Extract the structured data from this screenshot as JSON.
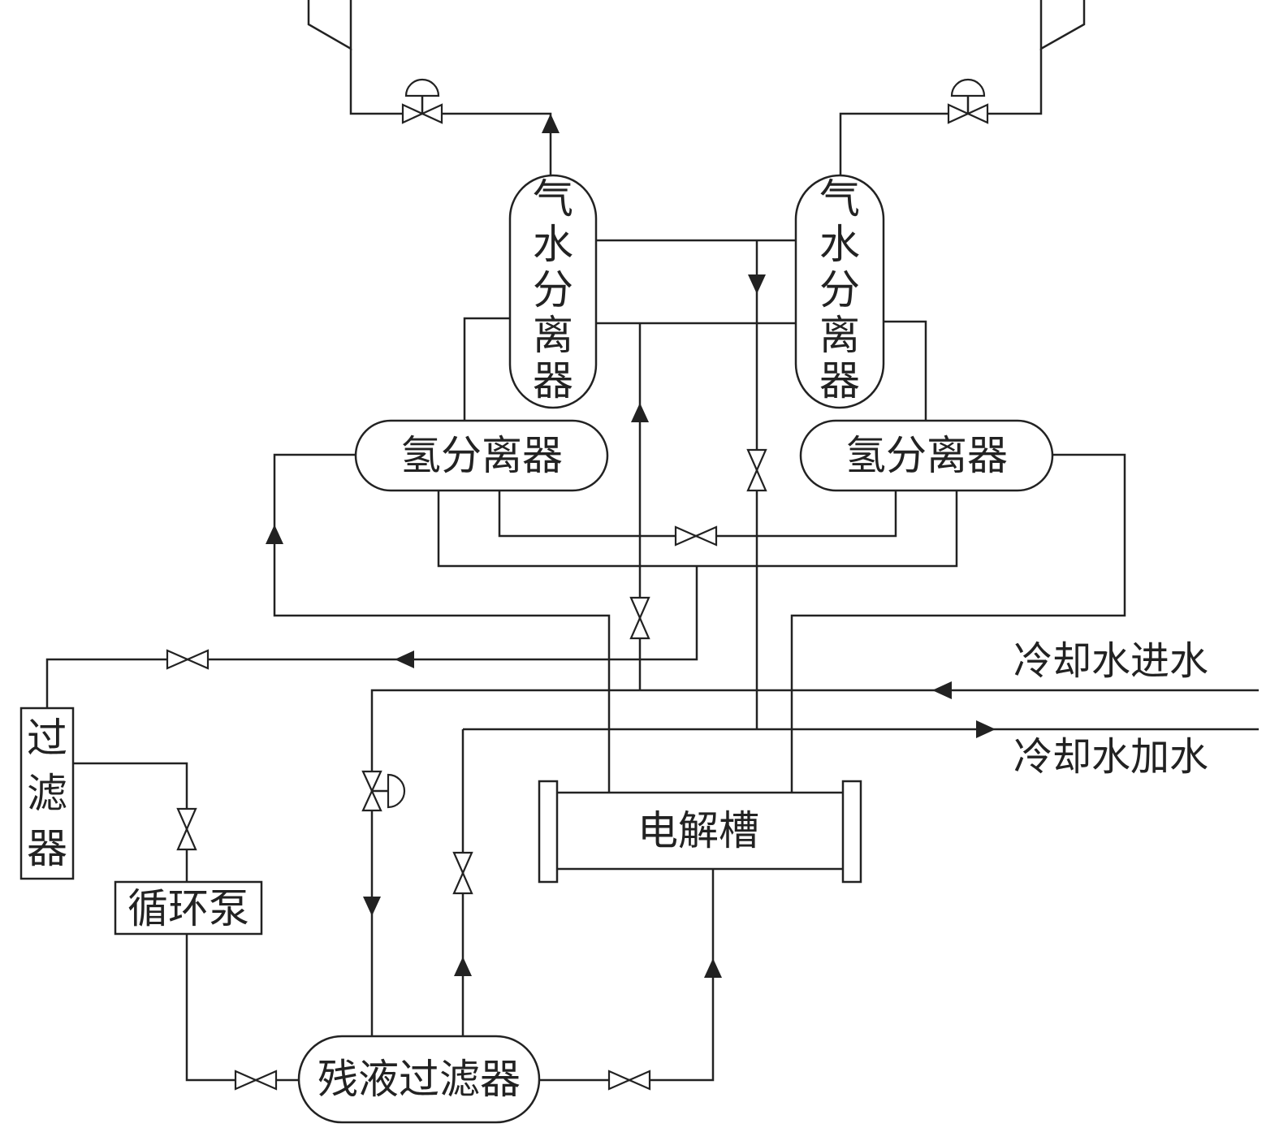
{
  "labels": {
    "gas_water_separator_left": [
      "气",
      "水",
      "分",
      "离",
      "器"
    ],
    "gas_water_separator_right": [
      "气",
      "水",
      "分",
      "离",
      "器"
    ],
    "hydrogen_separator_left": "氢分离器",
    "hydrogen_separator_right": "氢分离器",
    "cooling_water_inlet": "冷却水进水",
    "cooling_water_makeup": "冷却水加水",
    "filter": [
      "过",
      "滤",
      "器"
    ],
    "circulation_pump": "循环泵",
    "electrolyzer": "电解槽",
    "residue_filter": "残液过滤器"
  },
  "colors": {
    "line": "#222222",
    "background": "#ffffff"
  }
}
